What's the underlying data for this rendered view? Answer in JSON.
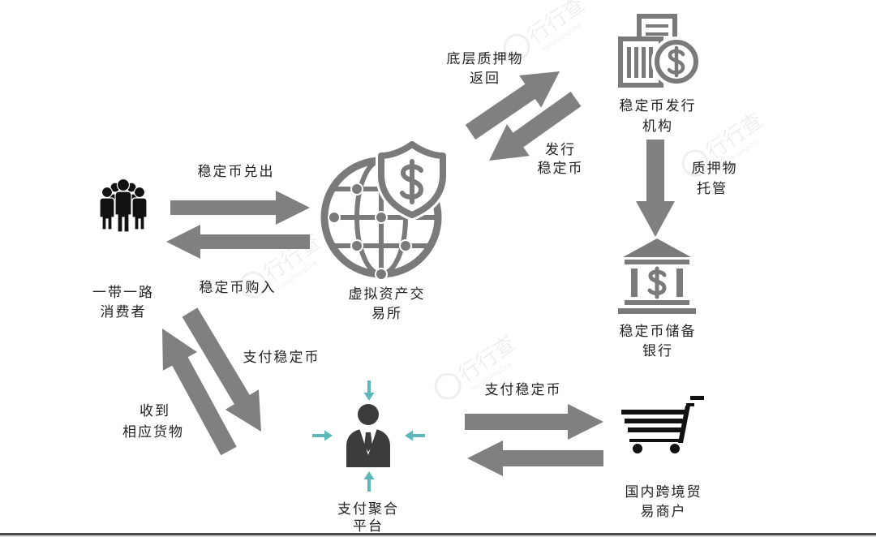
{
  "colors": {
    "arrow": "#808080",
    "icon_gray": "#7a7a7a",
    "icon_dark": "#3c3c3c",
    "icon_black": "#111111",
    "accent_teal": "#5cb8b9",
    "text": "#222222"
  },
  "nodes": {
    "consumer": {
      "icon": "people-group-icon",
      "label": [
        "一带一路",
        "消费者"
      ]
    },
    "exchange": {
      "icon": "globe-shield-dollar-icon",
      "label": [
        "虚拟资产交",
        "易所"
      ]
    },
    "issuer": {
      "icon": "building-dollar-coin-icon",
      "label": [
        "稳定币发行",
        "机构"
      ]
    },
    "reserve_bank": {
      "icon": "bank-dollar-icon",
      "label": [
        "稳定币储备",
        "银行"
      ]
    },
    "payment_platform": {
      "icon": "businessman-icon",
      "label": [
        "支付聚合",
        "平台"
      ]
    },
    "merchant": {
      "icon": "shopping-cart-icon",
      "label": [
        "国内跨境贸",
        "易商户"
      ]
    }
  },
  "flows": {
    "redeem": {
      "label": [
        "稳定币兑出"
      ]
    },
    "purchase": {
      "label": [
        "稳定币购入"
      ]
    },
    "collateral_return": {
      "label": [
        "底层质押物",
        "返回"
      ]
    },
    "issuance": {
      "label": [
        "发行",
        "稳定币"
      ]
    },
    "collateral_custody": {
      "label": [
        "质押物",
        "托管"
      ]
    },
    "consumer_payment": {
      "label": [
        "支付稳定币"
      ]
    },
    "goods_received": {
      "label": [
        "收到",
        "相应货物"
      ]
    },
    "merchant_payment": {
      "label": [
        "支付稳定币"
      ]
    }
  },
  "watermark": {
    "text": "行行查",
    "subtext": "HangHangCha"
  }
}
